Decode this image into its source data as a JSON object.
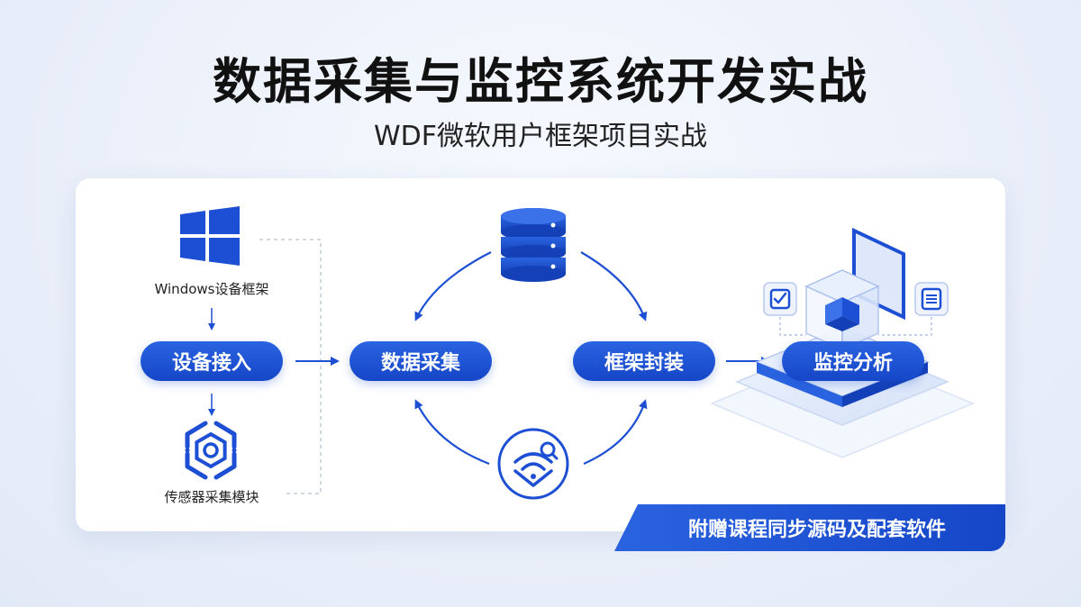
{
  "header": {
    "title": "数据采集与监控系统开发实战",
    "subtitle": "WDF微软用户框架项目实战"
  },
  "left_column": {
    "top_label": "Windows设备框架",
    "top_icon": "windows-logo-icon",
    "bottom_label": "传感器采集模块",
    "bottom_icon": "sensor-chip-icon"
  },
  "flow": {
    "steps": [
      "设备接入",
      "数据采集",
      "框架封装",
      "监控分析"
    ]
  },
  "cycle": {
    "top_icon": "database-icon",
    "bottom_icon": "wireless-signal-icon"
  },
  "illustration": {
    "icons": [
      "checklist-icon",
      "document-list-icon",
      "isometric-monitor-icon"
    ]
  },
  "footer": {
    "banner_text": "附赠课程同步源码及配套软件"
  },
  "colors": {
    "primary": "#1d4fd4",
    "accent_light": "#dbe6fb",
    "text": "#111111"
  }
}
